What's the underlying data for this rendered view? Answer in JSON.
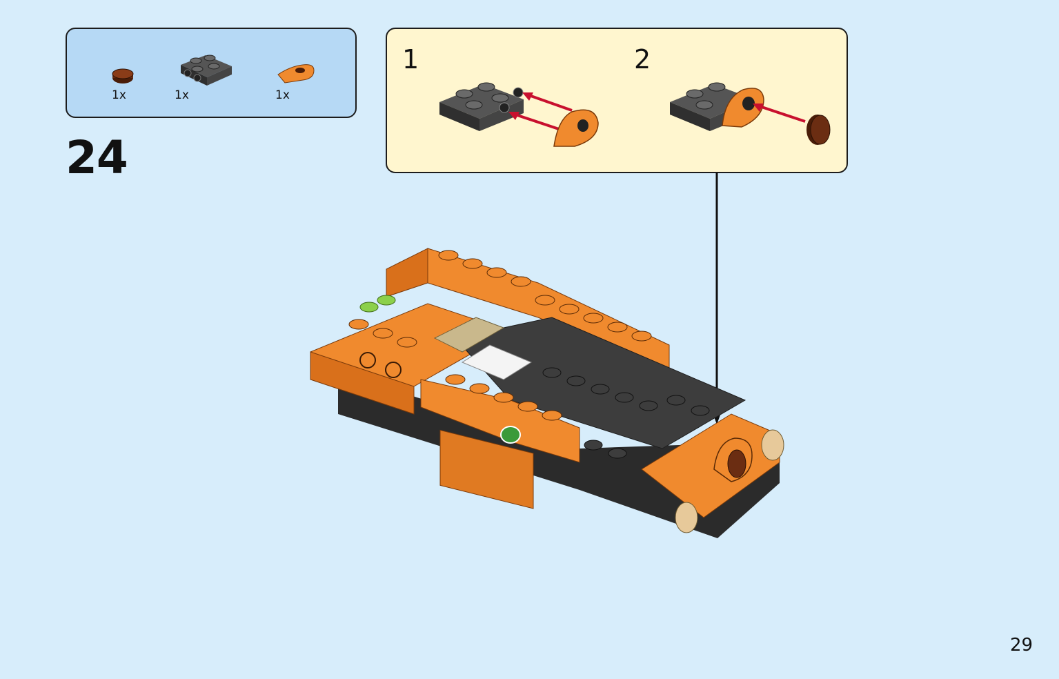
{
  "parts_list": {
    "items": [
      {
        "part": "round-plate-1x1",
        "color": "#7a3b1a",
        "quantity": "1x"
      },
      {
        "part": "plate-2x2-with-side-studs",
        "color": "#3a3a3a",
        "quantity": "1x"
      },
      {
        "part": "curved-slope-half-round",
        "color": "#f08a2e",
        "quantity": "1x"
      }
    ]
  },
  "step": {
    "number": "24"
  },
  "callout": {
    "substeps": [
      {
        "number": "1"
      },
      {
        "number": "2"
      }
    ]
  },
  "page": {
    "number": "29"
  },
  "colors": {
    "background": "#d7edfb",
    "parts_box": "#b6d9f5",
    "callout": "#fff6cf",
    "orange": "#f08a2e",
    "dark_gray": "#3a3a3a",
    "brown": "#6b2d12",
    "arrow_red": "#c8102e"
  }
}
